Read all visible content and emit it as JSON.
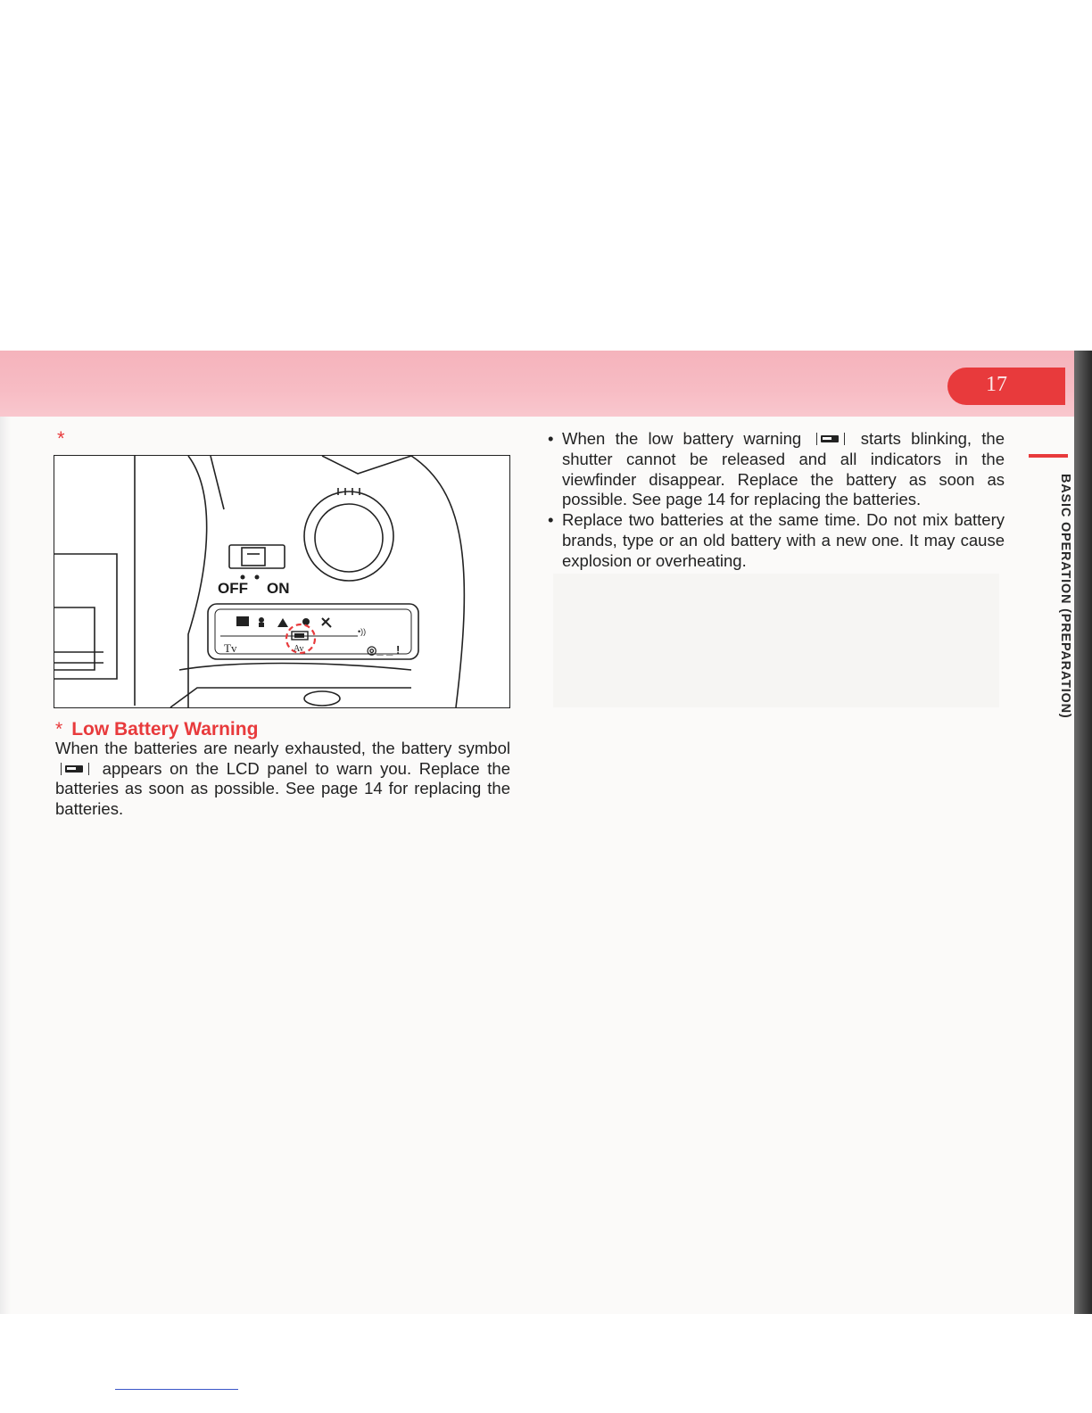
{
  "header": {
    "page_number": "17"
  },
  "side_tab": {
    "label": "BASIC OPERATION (PREPARATION)"
  },
  "figure": {
    "marker": "*",
    "switch_off": "OFF",
    "switch_on": "ON",
    "lcd_tv": "Tv",
    "lcd_av": "Av"
  },
  "left_section": {
    "title_marker": "*",
    "title": "Low Battery Warning",
    "text_before_icon": "When the batteries are nearly exhausted, the battery symbol",
    "text_after_icon": "appears on the LCD panel to warn you. Replace the batteries as soon as possible. See page 14 for replacing the batteries."
  },
  "right_section": {
    "bullets": [
      {
        "before": "When the low battery warning",
        "after": "starts blinking, the shutter cannot be released and all indicators in the viewfinder disappear. Replace the battery as soon as possible. See page 14 for replacing the batteries."
      },
      {
        "text": "Replace two batteries at the same time. Do not mix battery brands, type or an old battery with a new one. It may cause explosion or overheating."
      }
    ]
  },
  "colors": {
    "accent": "#e83a3c",
    "header_band": "#f7bcc4"
  },
  "icons": [
    "battery-low-icon",
    "camera-power-switch-icon"
  ]
}
